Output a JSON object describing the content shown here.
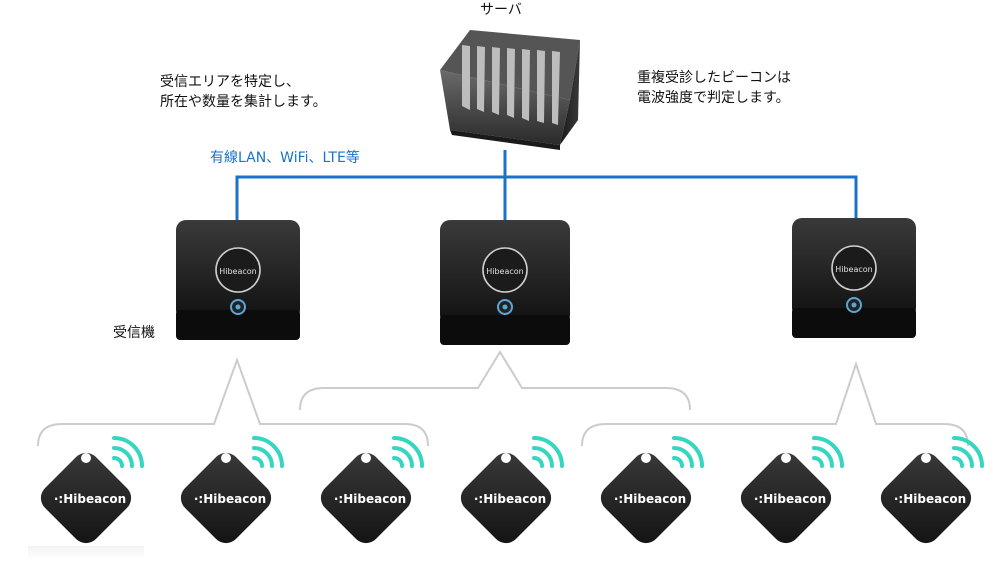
{
  "server": {
    "label": "サーバ"
  },
  "notes": {
    "left_line1": "受信エリアを特定し、",
    "left_line2": "所在や数量を集計します。",
    "right_line1": "重複受診したビーコンは",
    "right_line2": "電波強度で判定します。"
  },
  "network": {
    "label": "有線LAN、WiFi、LTE等",
    "color": "#1a73c7"
  },
  "receiver": {
    "label": "受信機",
    "brand": "Hibeacon"
  },
  "beacon": {
    "brand": "Hibeacon",
    "count": 7,
    "signal_color": "#35d6c0"
  },
  "receivers_count": 3
}
